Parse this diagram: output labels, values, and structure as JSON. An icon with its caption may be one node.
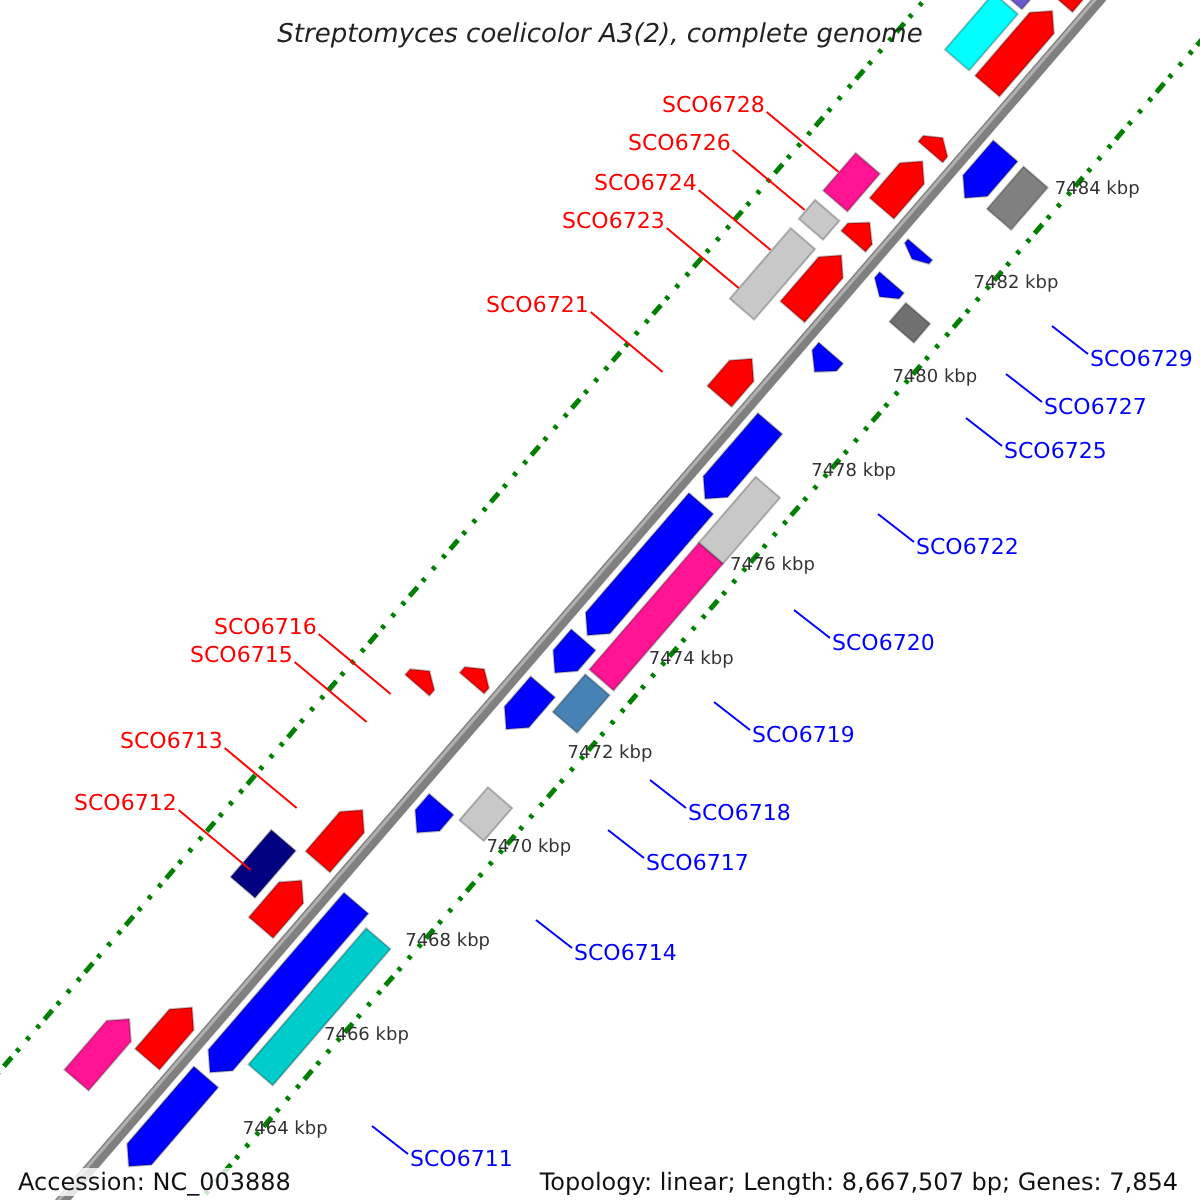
{
  "diagram": {
    "title": "Streptomyces coelicolor A3(2), complete genome",
    "nodes": [
      {
        "text": [
          "SCO6728"
        ]
      },
      {
        "text": [
          "SCO6726"
        ]
      },
      {
        "text": [
          "SCO6724"
        ]
      },
      {
        "text": [
          "SCO6723"
        ]
      },
      {
        "text": [
          "SCO6729"
        ]
      },
      {
        "text": [
          "SCO6727"
        ]
      },
      {
        "text": [
          "SCO6725"
        ]
      },
      {
        "text": [
          "SCO6721"
        ]
      },
      {
        "text": [
          "SCO6722"
        ]
      },
      {
        "text": [
          "SCO6720"
        ]
      },
      {
        "text": [
          "SCO6716"
        ]
      },
      {
        "text": [
          "SCO6715"
        ]
      },
      {
        "text": [
          "SCO6719"
        ]
      },
      {
        "text": [
          "SCO6713"
        ]
      },
      {
        "text": [
          "SCO6718"
        ]
      },
      {
        "text": [
          "SCO6717"
        ]
      },
      {
        "text": [
          "SCO6712"
        ]
      },
      {
        "text": [
          "SCO6714"
        ]
      },
      {
        "text": [
          "SCO6711"
        ]
      }
    ],
    "edges": [
      {
        "from": 0,
        "to": null,
        "arrow": "none",
        "color": "#ff0000"
      },
      {
        "from": 1,
        "to": null,
        "arrow": "none",
        "color": "#ff0000"
      },
      {
        "from": 2,
        "to": null,
        "arrow": "none",
        "color": "#ff0000"
      },
      {
        "from": 3,
        "to": null,
        "arrow": "none",
        "color": "#ff0000"
      },
      {
        "from": 4,
        "to": null,
        "arrow": "none",
        "color": "#0000ff"
      },
      {
        "from": 5,
        "to": null,
        "arrow": "none",
        "color": "#0000ff"
      },
      {
        "from": 6,
        "to": null,
        "arrow": "none",
        "color": "#0000ff"
      },
      {
        "from": 7,
        "to": null,
        "arrow": "none",
        "color": "#ff0000"
      },
      {
        "from": 8,
        "to": null,
        "arrow": "none",
        "color": "#0000ff"
      },
      {
        "from": 9,
        "to": null,
        "arrow": "none",
        "color": "#0000ff"
      },
      {
        "from": 10,
        "to": null,
        "arrow": "none",
        "color": "#ff0000"
      },
      {
        "from": 11,
        "to": null,
        "arrow": "none",
        "color": "#ff0000"
      },
      {
        "from": 12,
        "to": null,
        "arrow": "none",
        "color": "#0000ff"
      },
      {
        "from": 13,
        "to": null,
        "arrow": "none",
        "color": "#ff0000"
      },
      {
        "from": 14,
        "to": null,
        "arrow": "none",
        "color": "#0000ff"
      },
      {
        "from": 15,
        "to": null,
        "arrow": "none",
        "color": "#0000ff"
      },
      {
        "from": 16,
        "to": null,
        "arrow": "none",
        "color": "#ff0000"
      },
      {
        "from": 17,
        "to": null,
        "arrow": "none",
        "color": "#0000ff"
      },
      {
        "from": 18,
        "to": null,
        "arrow": "none",
        "color": "#0000ff"
      }
    ],
    "labels": [
      "7484 kbp",
      "7482 kbp",
      "7480 kbp",
      "7478 kbp",
      "7476 kbp",
      "7474 kbp",
      "7472 kbp",
      "7470 kbp",
      "7468 kbp",
      "7466 kbp",
      "7464 kbp",
      "Accession: NC_003888",
      "Topology: linear; Length: 8,667,507 bp; Genes: 7,854"
    ]
  }
}
